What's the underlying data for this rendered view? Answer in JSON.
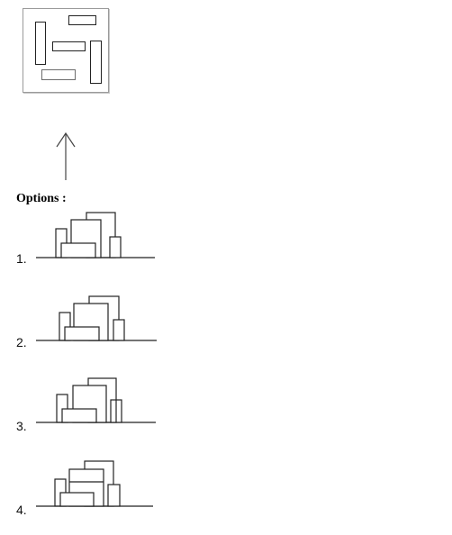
{
  "options_label": "Options :",
  "options": [
    {
      "label": "1."
    },
    {
      "label": "2."
    },
    {
      "label": "3."
    },
    {
      "label": "4."
    }
  ],
  "direction": "up-arrow"
}
